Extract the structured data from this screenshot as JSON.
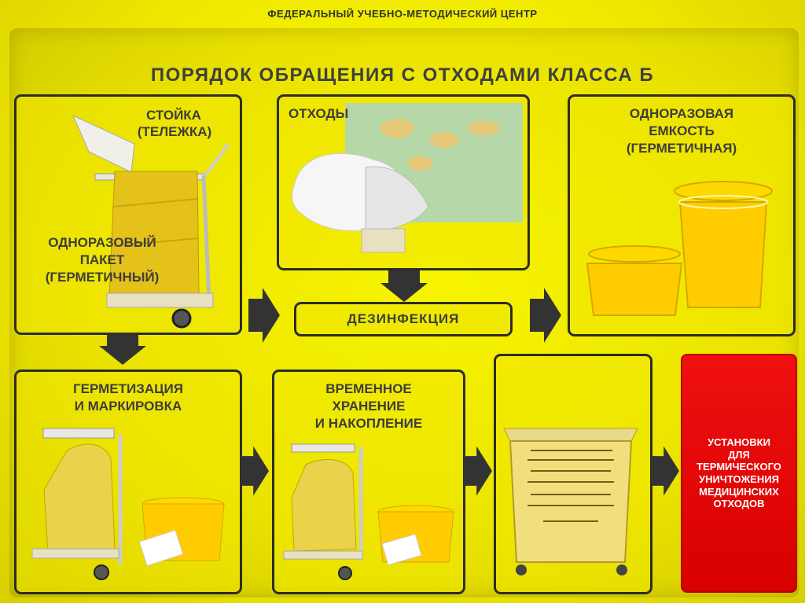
{
  "header": {
    "org": "ФЕДЕРАЛЬНЫЙ УЧЕБНО-МЕТОДИЧЕСКИЙ ЦЕНТР"
  },
  "title": "ПОРЯДОК ОБРАЩЕНИЯ С ОТХОДАМИ КЛАССА Б",
  "box1": {
    "stand_line1": "СТОЙКА",
    "stand_line2": "(ТЕЛЕЖКА)",
    "bag_line1": "ОДНОРАЗОВЫЙ",
    "bag_line2": "ПАКЕТ",
    "bag_line3": "(ГЕРМЕТИЧНЫЙ)"
  },
  "box2": {
    "label": "ОТХОДЫ"
  },
  "disinfection": "ДЕЗИНФЕКЦИЯ",
  "box3": {
    "line1": "ОДНОРАЗОВАЯ",
    "line2": "ЕМКОСТЬ",
    "line3": "(ГЕРМЕТИЧНАЯ)"
  },
  "box4": {
    "line1": "ГЕРМЕТИЗАЦИЯ",
    "line2": "И МАРКИРОВКА"
  },
  "box5": {
    "line1": "ВРЕМЕННОЕ",
    "line2": "ХРАНЕНИЕ",
    "line3": "И НАКОПЛЕНИЕ"
  },
  "box_red": {
    "text": "УСТАНОВКИ\nДЛЯ\nТЕРМИЧЕСКОГО\nУНИЧТОЖЕНИЯ\nМЕДИЦИНСКИХ\nОТХОДОВ"
  },
  "colors": {
    "background": "#f2ef00",
    "border": "#2c2c2c",
    "text": "#3d3d3d",
    "arrow": "#333333",
    "alert": "#e00000"
  },
  "icons": {
    "flow_arrow": "arrow-icon",
    "cart": "cart-icon",
    "bucket": "bucket-icon",
    "container": "container-icon"
  }
}
